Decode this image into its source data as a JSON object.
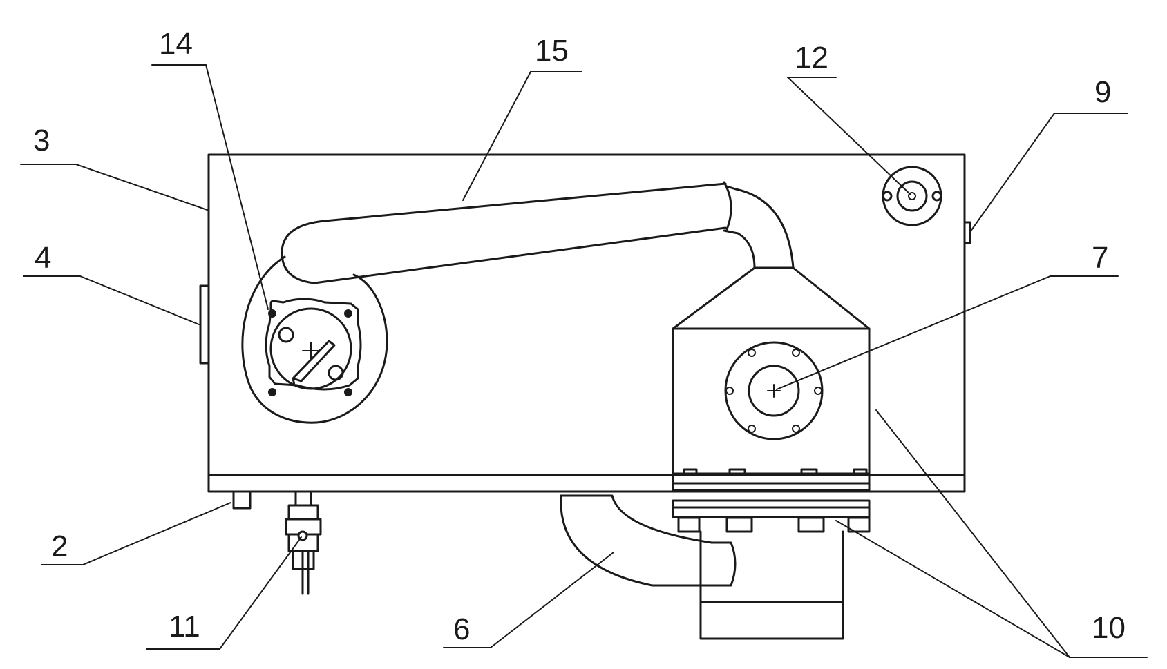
{
  "diagram": {
    "labels": {
      "l2": "2",
      "l3": "3",
      "l4": "4",
      "l6": "6",
      "l7": "7",
      "l9": "9",
      "l10": "10",
      "l11": "11",
      "l12": "12",
      "l14": "14",
      "l15": "15"
    }
  }
}
